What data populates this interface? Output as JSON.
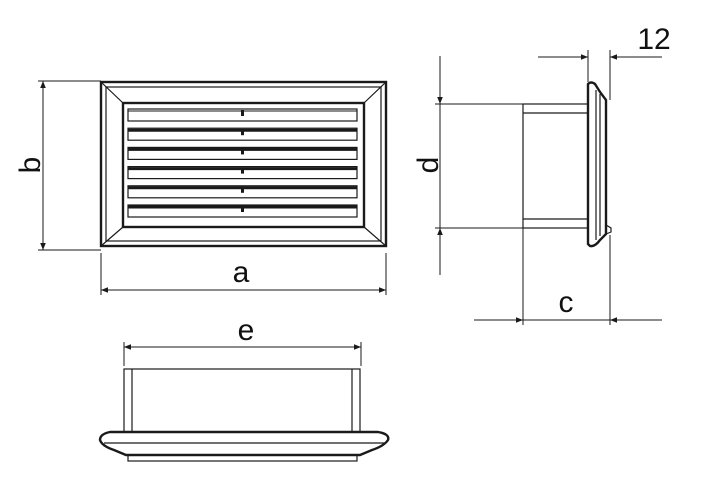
{
  "labels": {
    "a": "a",
    "b": "b",
    "c": "c",
    "d": "d",
    "e": "e",
    "flange": "12"
  },
  "louver_count": 6,
  "colors": {
    "line": "#1a1a1a",
    "background": "#ffffff"
  }
}
